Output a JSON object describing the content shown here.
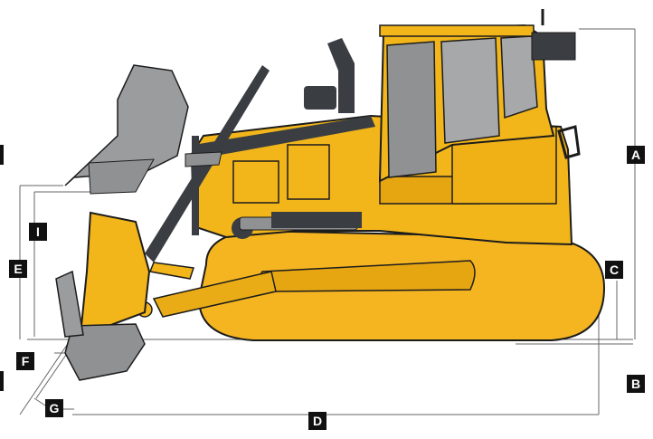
{
  "labels": {
    "a": "A",
    "b": "B",
    "c": "C",
    "d": "D",
    "e": "E",
    "f": "F",
    "g": "G",
    "i": "I"
  },
  "colors": {
    "body_yellow": "#F2B61B",
    "track_yellow": "#F5B521",
    "dark_steel": "#3A3D42",
    "grey_steel": "#8F9193",
    "blade_grey": "#9B9C9E",
    "label_bg": "#111111",
    "line": "#555555"
  }
}
